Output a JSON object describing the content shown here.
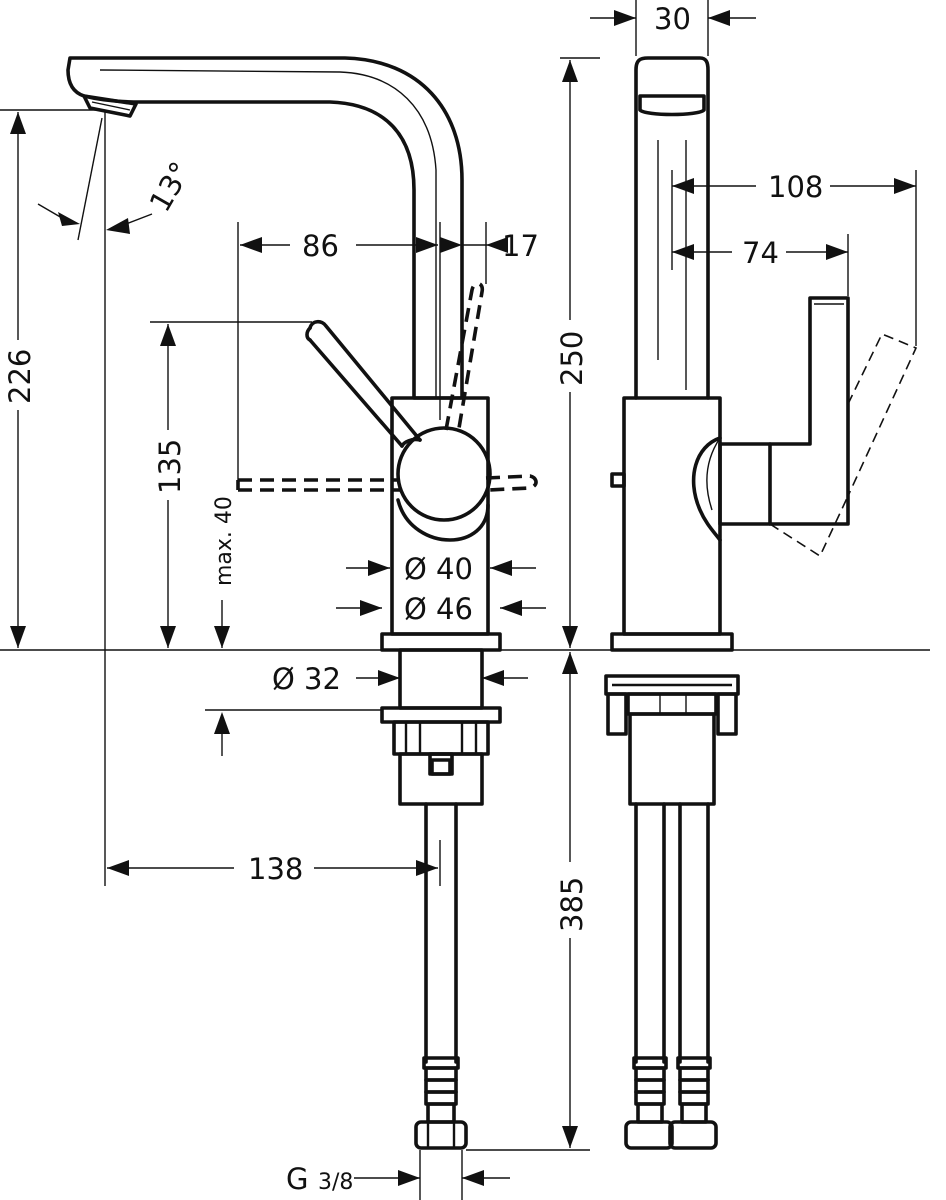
{
  "dimensions": {
    "top_width": "30",
    "spout_angle": "13°",
    "handle_reach": "86",
    "handle_offset": "17",
    "spout_height": "226",
    "lever_height": "135",
    "max_deck": "max. 40",
    "total_height": "250",
    "bore_40": "Ø 40",
    "bore_46": "Ø 46",
    "shank_32": "Ø 32",
    "spout_reach": "138",
    "hose_length": "385",
    "side_108": "108",
    "side_74": "74",
    "connection_prefix": "G",
    "connection_fraction": "3/8"
  }
}
